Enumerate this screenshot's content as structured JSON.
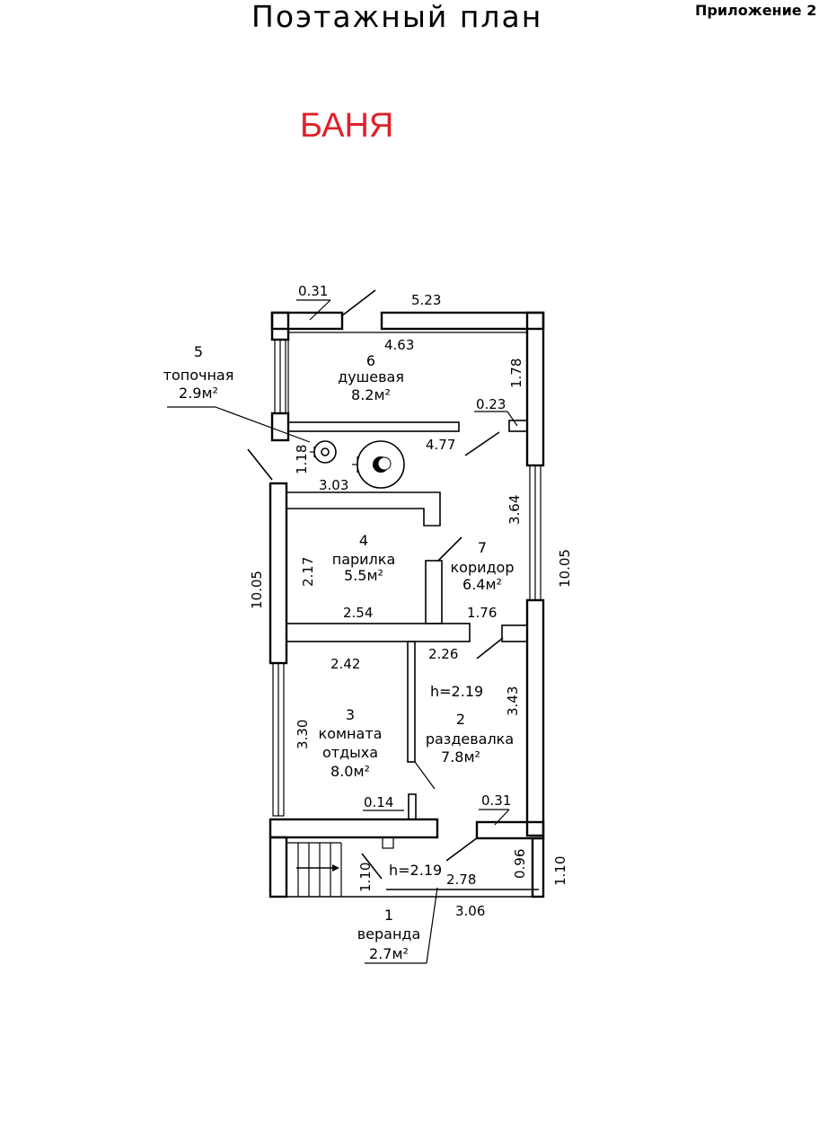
{
  "header": {
    "title": "Поэтажный план",
    "appendix": "Приложение 2",
    "subtitle": "БАНЯ",
    "subtitle_color": "#e0202a"
  },
  "rooms": [
    {
      "number": "1",
      "name": "веранда",
      "area": "2.7м²"
    },
    {
      "number": "2",
      "name": "раздевалка",
      "area": "7.8м²"
    },
    {
      "number": "3",
      "name_line1": "комната",
      "name_line2": "отдыха",
      "area": "8.0м²"
    },
    {
      "number": "4",
      "name": "парилка",
      "area": "5.5м²"
    },
    {
      "number": "5",
      "name": "топочная",
      "area": "2.9м²"
    },
    {
      "number": "6",
      "name": "душевая",
      "area": "8.2м²"
    },
    {
      "number": "7",
      "name": "коридор",
      "area": "6.4м²"
    }
  ],
  "heights": {
    "dressing_room": "h=2.19",
    "veranda": "h=2.19"
  },
  "dimensions": {
    "top_wall_length": "5.23",
    "top_left_segment": "0.31",
    "shower_width": "4.63",
    "shower_depth": "1.78",
    "corner_offset_top": "0.23",
    "corridor_top_width": "4.77",
    "boiler_depth": "1.18",
    "boiler_width": "3.03",
    "corridor_right_length": "3.64",
    "left_total": "10.05",
    "right_total": "10.05",
    "steam_room_depth": "2.17",
    "steam_room_width": "2.54",
    "corridor_bottom_width": "1.76",
    "dressing_top_width": "2.26",
    "rest_room_width": "2.42",
    "dressing_depth": "3.43",
    "rest_room_depth": "3.30",
    "rest_wall_stub": "0.14",
    "bottom_right_segment": "0.31",
    "veranda_right_small": "0.96",
    "veranda_right_total": "1.10",
    "veranda_left": "1.10",
    "veranda_width": "2.78",
    "bottom_total": "3.06"
  }
}
